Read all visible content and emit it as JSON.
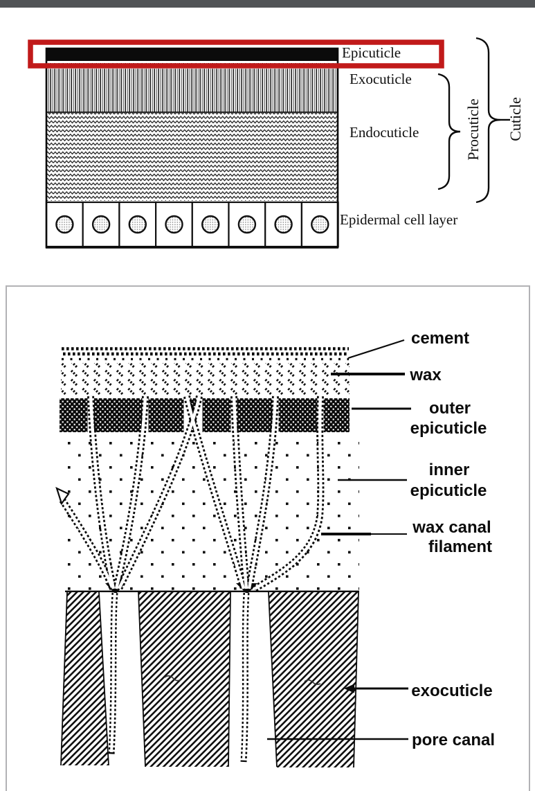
{
  "page": {
    "top_bar_color": "#515356",
    "background_color": "#ffffff"
  },
  "figure1": {
    "description": "Layered cuticle scheme with red highlight box on epicuticle",
    "highlight_color": "#c11a1a",
    "labels": {
      "epicuticle": "Epicuticle",
      "exocuticle": "Exocuticle",
      "endocuticle": "Endocuticle",
      "epidermal": "Epidermal cell layer",
      "procuticle": "Procuticle",
      "cuticle": "Cuticle"
    }
  },
  "figure2": {
    "description": "Detailed epicuticle structure drawing",
    "border_color": "#b2b2b5",
    "labels": {
      "cement": "cement",
      "wax": "wax",
      "outer1": "outer",
      "outer2": "epicuticle",
      "inner1": "inner",
      "inner2": "epicuticle",
      "waxcanal1": "wax canal",
      "waxcanal2": "filament",
      "exocuticle": "exocuticle",
      "porecanal": "pore canal"
    }
  }
}
